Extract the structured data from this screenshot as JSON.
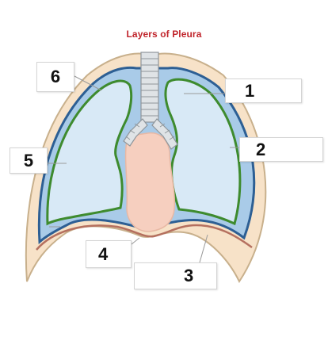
{
  "diagram": {
    "title": "Layers of Pleura",
    "labels": [
      {
        "id": "6",
        "text": "6"
      },
      {
        "id": "1",
        "text": "1"
      },
      {
        "id": "2",
        "text": "2"
      },
      {
        "id": "5",
        "text": "5"
      },
      {
        "id": "4",
        "text": "4"
      },
      {
        "id": "3",
        "text": "3"
      }
    ]
  },
  "colors": {
    "title": "#c0242b",
    "chest_wall": "#f7e2c8",
    "chest_wall_outline": "#c8b08c",
    "parietal_pleura": "#2d5f94",
    "visceral_pleura": "#3e8b2e",
    "lung": "#d8e9f6",
    "pleural_cavity": "#a9cbe8",
    "mediastinum": "#f6cfbf",
    "diaphragm": "#b5705f",
    "trachea": "#dfe3e6",
    "trachea_outline": "#8f969b"
  }
}
